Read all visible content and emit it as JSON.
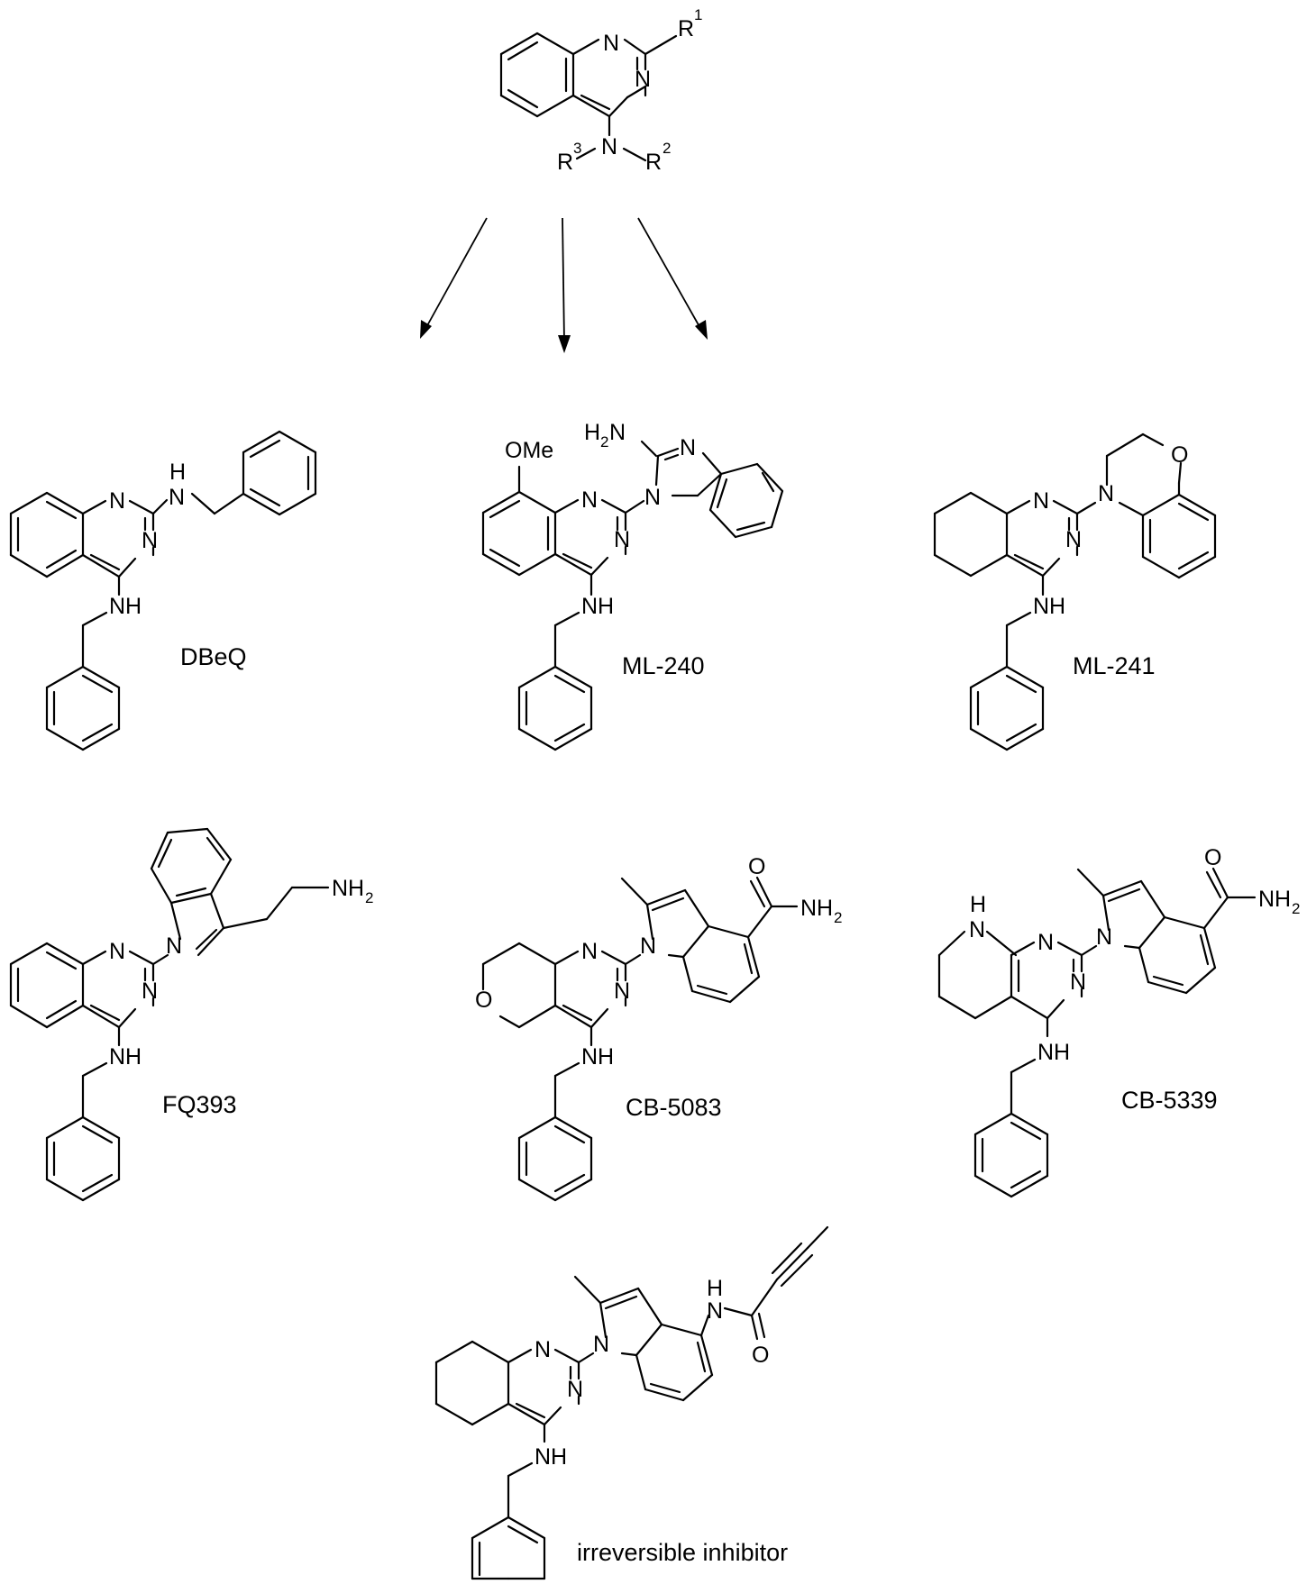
{
  "scaffold": {
    "atoms": {
      "n1": "N",
      "n3": "N",
      "r1": "R",
      "r1_sup": "1",
      "n4": "N",
      "r2": "R",
      "r2_sup": "2",
      "r3": "R",
      "r3_sup": "3"
    }
  },
  "compounds": {
    "dbeq": {
      "caption": "DBeQ",
      "h": "H",
      "n": "N",
      "n1": "N",
      "n3": "N",
      "nh": "NH"
    },
    "ml240": {
      "caption": "ML-240",
      "ome": "OMe",
      "h2n": "H",
      "h2n_sub": "2",
      "h2n_n": "N",
      "n_im": "N",
      "n_im1": "N",
      "n1": "N",
      "n3": "N",
      "nh": "NH"
    },
    "ml241": {
      "caption": "ML-241",
      "o": "O",
      "n_ox": "N",
      "n1": "N",
      "n3": "N",
      "nh": "NH"
    },
    "fq393": {
      "caption": "FQ393",
      "nh2": "NH",
      "nh2_sub": "2",
      "n_ind": "N",
      "n1": "N",
      "n3": "N",
      "nh": "NH"
    },
    "cb5083": {
      "caption": "CB-5083",
      "o_amide": "O",
      "nh2": "NH",
      "nh2_sub": "2",
      "n_ind": "N",
      "n1": "N",
      "n3": "N",
      "o_ring": "O",
      "nh": "NH"
    },
    "cb5339": {
      "caption": "CB-5339",
      "o_amide": "O",
      "nh2": "NH",
      "nh2_sub": "2",
      "n_ind": "N",
      "hn_ring": "H",
      "hn_ring_n": "N",
      "n1": "N",
      "n3": "N",
      "nh": "NH"
    },
    "irreversible": {
      "caption": "irreversible inhibitor",
      "h": "H",
      "n_amide": "N",
      "o": "O",
      "n_ind": "N",
      "n1": "N",
      "n3": "N",
      "nh": "NH"
    }
  }
}
